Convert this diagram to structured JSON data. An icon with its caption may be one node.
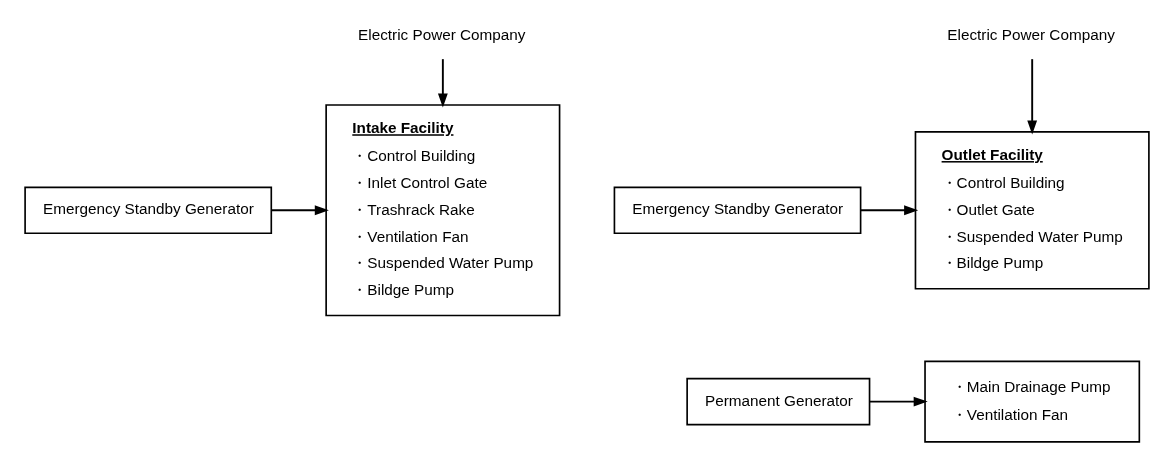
{
  "diagram": {
    "nodes": [
      {
        "text": [
          "Electric Power Company"
        ]
      },
      {
        "text": [
          "Intake Facility",
          "・Control Building",
          "・Inlet Control Gate",
          "・Trashrack Rake",
          "・Ventilation Fan",
          "・Suspended Water Pump",
          "・Bildge Pump"
        ]
      },
      {
        "text": [
          "Emergency Standby Generator"
        ]
      },
      {
        "text": [
          "Electric Power Company"
        ]
      },
      {
        "text": [
          "Outlet Facility",
          "・Control Building",
          "・Outlet Gate",
          "・Suspended Water Pump",
          "・Bildge Pump"
        ]
      },
      {
        "text": [
          "Emergency Standby Generator"
        ]
      },
      {
        "text": [
          "・Main Drainage Pump",
          "・Ventilation Fan"
        ]
      },
      {
        "text": [
          "Permanent Generator"
        ]
      }
    ],
    "edges": [
      {
        "from": 0,
        "to": 1,
        "arrow": "to"
      },
      {
        "from": 2,
        "to": 1,
        "arrow": "to"
      },
      {
        "from": 3,
        "to": 4,
        "arrow": "to"
      },
      {
        "from": 5,
        "to": 4,
        "arrow": "to"
      },
      {
        "from": 7,
        "to": 6,
        "arrow": "to"
      }
    ]
  }
}
